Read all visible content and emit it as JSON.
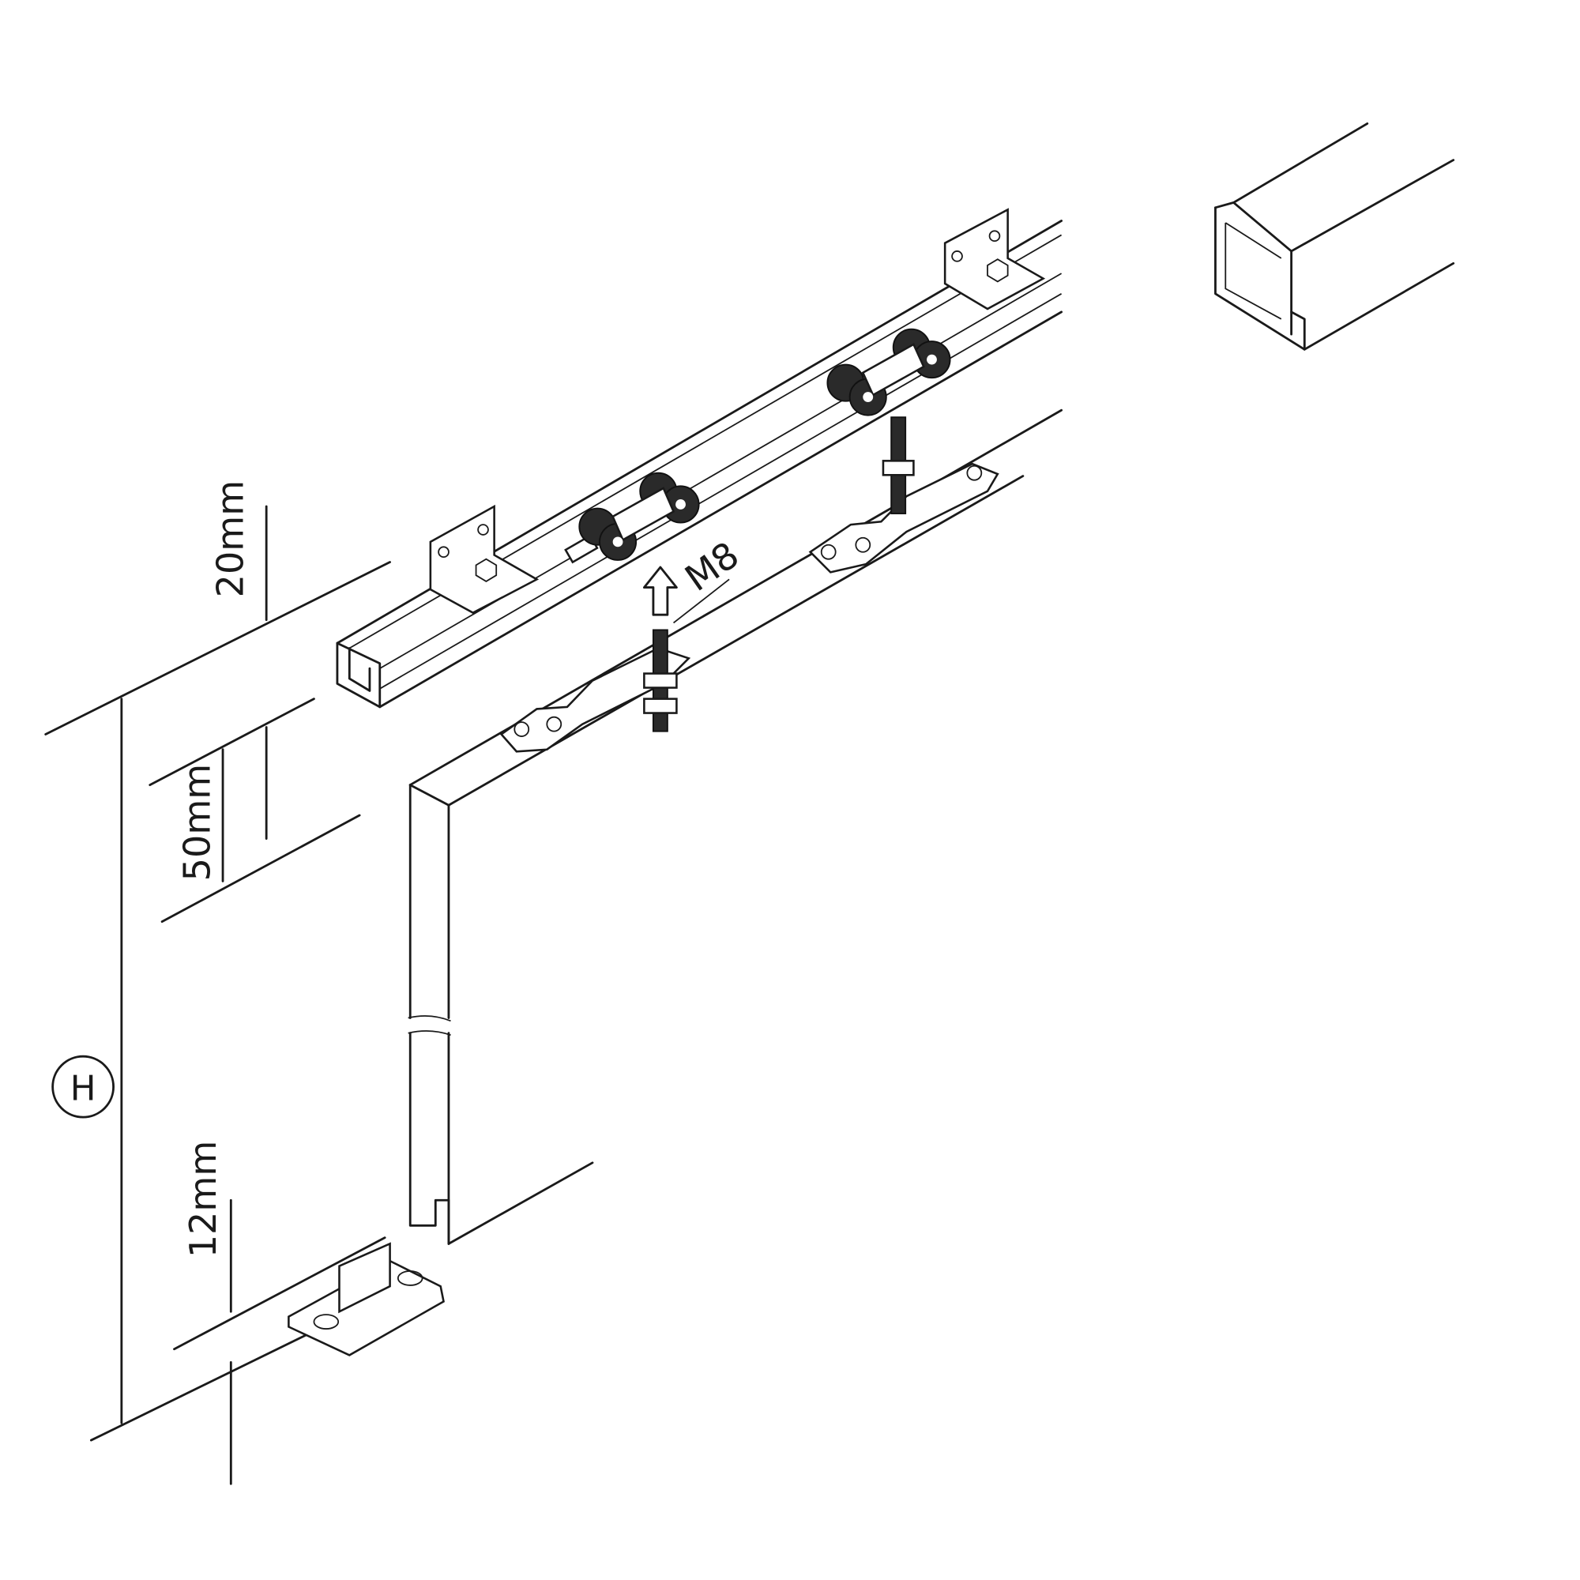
{
  "diagram": {
    "dimensions": {
      "top_gap": "20mm",
      "door_offset": "50mm",
      "floor_gap": "12mm",
      "height_symbol": "H"
    },
    "bolt_label": "M8"
  }
}
